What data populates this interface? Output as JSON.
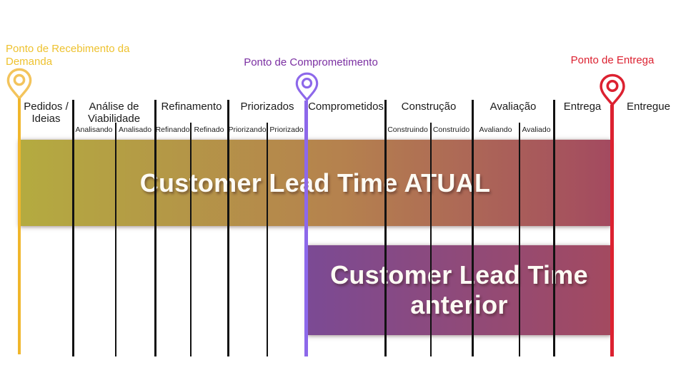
{
  "markers": {
    "receipt": {
      "label": "Ponto de Recebimento da\nDemanda",
      "color": "#eec22f",
      "pin_color": "#f3c45c",
      "icon": "map-pin"
    },
    "commitment": {
      "label": "Ponto de Comprometimento",
      "color": "#7b2fa2",
      "pin_color": "#8d68ea",
      "icon": "map-pin"
    },
    "delivery": {
      "label": "Ponto de Entrega",
      "color": "#dc2130",
      "pin_color": "#dc2130",
      "icon": "map-pin"
    }
  },
  "columns": [
    {
      "label": "Pedidos /\nIdeias"
    },
    {
      "label": "Análise de\nViabilidade",
      "sub": [
        "Analisando",
        "Analisado"
      ]
    },
    {
      "label": "Refinamento",
      "sub": [
        "Refinando",
        "Refinado"
      ]
    },
    {
      "label": "Priorizados",
      "sub": [
        "Priorizando",
        "Priorizado"
      ]
    },
    {
      "label": "Comprometidos"
    },
    {
      "label": "Construção",
      "sub": [
        "Construindo",
        "Construído"
      ]
    },
    {
      "label": "Avaliação",
      "sub": [
        "Avaliando",
        "Avaliado"
      ]
    },
    {
      "label": "Entrega"
    },
    {
      "label": "Entregue"
    }
  ],
  "bars": [
    {
      "name": "atual",
      "label": "Customer Lead Time ATUAL",
      "gradient": [
        "#b4ab40",
        "#b5814e",
        "#a34a60"
      ]
    },
    {
      "name": "anterior",
      "label": "Customer Lead Time\nanterior",
      "gradient": [
        "#7b4a94",
        "#a34a60"
      ]
    }
  ]
}
